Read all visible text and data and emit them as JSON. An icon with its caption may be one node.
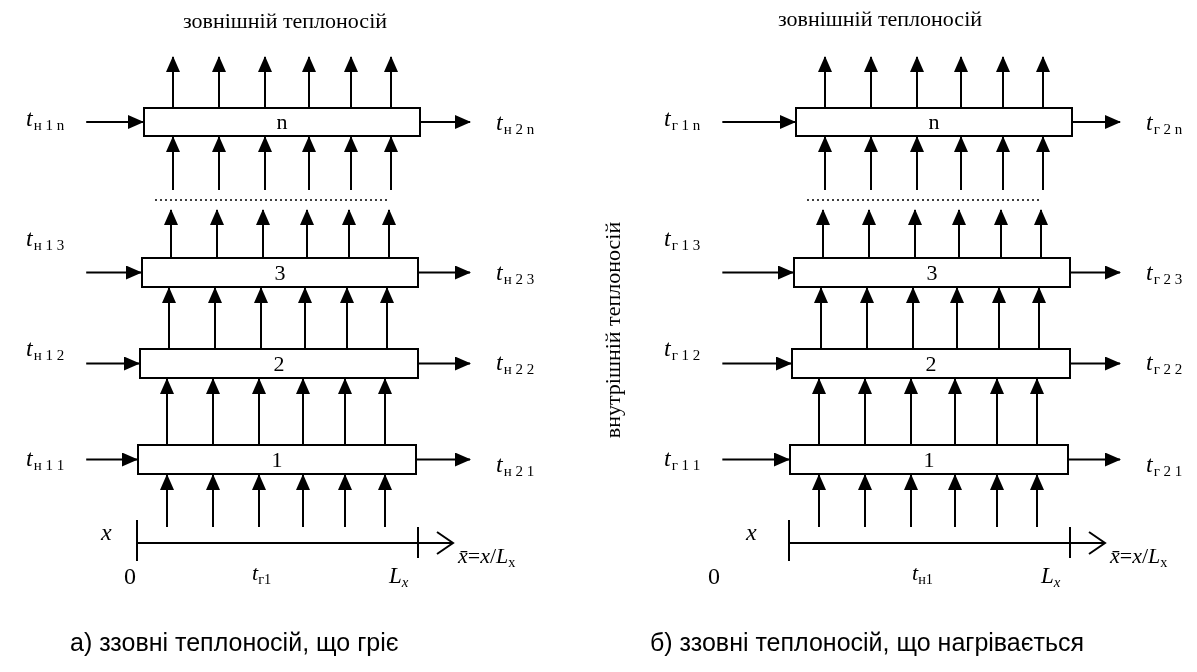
{
  "diagram": {
    "nodes": [
      {
        "text": [
          "*t*$_{н 1 n}$"
        ]
      },
      {
        "text": [
          "n"
        ]
      },
      {
        "text": [
          "*t*$_{н 2 n}$"
        ]
      },
      {
        "text": [
          "*t*$_{н 1 3}$"
        ]
      },
      {
        "text": [
          "3"
        ]
      },
      {
        "text": [
          "*t*$_{н 2 3}$"
        ]
      },
      {
        "text": [
          "*t*$_{н 1 2}$"
        ]
      },
      {
        "text": [
          "2"
        ]
      },
      {
        "text": [
          "*t*$_{н 2 2}$"
        ]
      },
      {
        "text": [
          "*t*$_{н 1 1}$"
        ]
      },
      {
        "text": [
          "1"
        ]
      },
      {
        "text": [
          "*t*$_{н 2 1}$"
        ]
      },
      {
        "text": [
          "*t*$_{г 1 n}$"
        ]
      },
      {
        "text": [
          "n"
        ]
      },
      {
        "text": [
          "*t*$_{г 2 n}$"
        ]
      },
      {
        "text": [
          "*t*$_{г 1 3}$"
        ]
      },
      {
        "text": [
          "3"
        ]
      },
      {
        "text": [
          "*t*$_{г 2 3}$"
        ]
      },
      {
        "text": [
          "*t*$_{г 1 2}$"
        ]
      },
      {
        "text": [
          "2"
        ]
      },
      {
        "text": [
          "*t*$_{г 2 2}$"
        ]
      },
      {
        "text": [
          "*t*$_{г 1 1}$"
        ]
      },
      {
        "text": [
          "1"
        ]
      },
      {
        "text": [
          "*t*$_{г 2 1}$"
        ]
      }
    ],
    "edges": [
      {
        "from": 0,
        "to": 1,
        "arrow": "to"
      },
      {
        "from": 1,
        "to": 2,
        "arrow": "to"
      },
      {
        "from": 3,
        "to": 4,
        "arrow": "to"
      },
      {
        "from": 4,
        "to": 5,
        "arrow": "to"
      },
      {
        "from": 6,
        "to": 7,
        "arrow": "to"
      },
      {
        "from": 7,
        "to": 8,
        "arrow": "to"
      },
      {
        "from": 9,
        "to": 10,
        "arrow": "to"
      },
      {
        "from": 10,
        "to": 11,
        "arrow": "to"
      },
      {
        "from": 1,
        "to": null,
        "arrow": "to"
      },
      {
        "from": 1,
        "to": null,
        "arrow": "to"
      },
      {
        "from": 1,
        "to": null,
        "arrow": "to"
      },
      {
        "from": 1,
        "to": null,
        "arrow": "to"
      },
      {
        "from": 1,
        "to": null,
        "arrow": "to"
      },
      {
        "from": 1,
        "to": null,
        "arrow": "to"
      },
      {
        "from": null,
        "to": 1,
        "arrow": "to"
      },
      {
        "from": null,
        "to": 1,
        "arrow": "to"
      },
      {
        "from": null,
        "to": 1,
        "arrow": "to"
      },
      {
        "from": null,
        "to": 1,
        "arrow": "to"
      },
      {
        "from": null,
        "to": 1,
        "arrow": "to"
      },
      {
        "from": null,
        "to": 1,
        "arrow": "to"
      },
      {
        "from": 4,
        "to": null,
        "arrow": "to"
      },
      {
        "from": 4,
        "to": null,
        "arrow": "to"
      },
      {
        "from": 4,
        "to": null,
        "arrow": "to"
      },
      {
        "from": 4,
        "to": null,
        "arrow": "to"
      },
      {
        "from": 4,
        "to": null,
        "arrow": "to"
      },
      {
        "from": 4,
        "to": null,
        "arrow": "to"
      },
      {
        "from": 7,
        "to": 4,
        "arrow": "to"
      },
      {
        "from": 7,
        "to": 4,
        "arrow": "to"
      },
      {
        "from": 7,
        "to": 4,
        "arrow": "to"
      },
      {
        "from": 7,
        "to": 4,
        "arrow": "to"
      },
      {
        "from": 7,
        "to": 4,
        "arrow": "to"
      },
      {
        "from": 7,
        "to": 4,
        "arrow": "to"
      },
      {
        "from": 10,
        "to": 7,
        "arrow": "to"
      },
      {
        "from": 10,
        "to": 7,
        "arrow": "to"
      },
      {
        "from": 10,
        "to": 7,
        "arrow": "to"
      },
      {
        "from": 10,
        "to": 7,
        "arrow": "to"
      },
      {
        "from": 10,
        "to": 7,
        "arrow": "to"
      },
      {
        "from": 10,
        "to": 7,
        "arrow": "to"
      },
      {
        "from": null,
        "to": 10,
        "arrow": "to"
      },
      {
        "from": null,
        "to": 10,
        "arrow": "to"
      },
      {
        "from": null,
        "to": 10,
        "arrow": "to"
      },
      {
        "from": null,
        "to": 10,
        "arrow": "to"
      },
      {
        "from": null,
        "to": 10,
        "arrow": "to"
      },
      {
        "from": null,
        "to": 10,
        "arrow": "to"
      },
      {
        "from": 12,
        "to": 13,
        "arrow": "to"
      },
      {
        "from": 13,
        "to": 14,
        "arrow": "to"
      },
      {
        "from": 15,
        "to": 16,
        "arrow": "to"
      },
      {
        "from": 16,
        "to": 17,
        "arrow": "to"
      },
      {
        "from": 18,
        "to": 19,
        "arrow": "to"
      },
      {
        "from": 19,
        "to": 20,
        "arrow": "to"
      },
      {
        "from": 21,
        "to": 22,
        "arrow": "to"
      },
      {
        "from": 22,
        "to": 23,
        "arrow": "to"
      },
      {
        "from": 13,
        "to": null,
        "arrow": "to"
      },
      {
        "from": 13,
        "to": null,
        "arrow": "to"
      },
      {
        "from": 13,
        "to": null,
        "arrow": "to"
      },
      {
        "from": 13,
        "to": null,
        "arrow": "to"
      },
      {
        "from": 13,
        "to": null,
        "arrow": "to"
      },
      {
        "from": 13,
        "to": null,
        "arrow": "to"
      },
      {
        "from": null,
        "to": 13,
        "arrow": "to"
      },
      {
        "from": null,
        "to": 13,
        "arrow": "to"
      },
      {
        "from": null,
        "to": 13,
        "arrow": "to"
      },
      {
        "from": null,
        "to": 13,
        "arrow": "to"
      },
      {
        "from": null,
        "to": 13,
        "arrow": "to"
      },
      {
        "from": null,
        "to": 13,
        "arrow": "to"
      },
      {
        "from": 16,
        "to": null,
        "arrow": "to"
      },
      {
        "from": 16,
        "to": null,
        "arrow": "to"
      },
      {
        "from": 16,
        "to": null,
        "arrow": "to"
      },
      {
        "from": 16,
        "to": null,
        "arrow": "to"
      },
      {
        "from": 16,
        "to": null,
        "arrow": "to"
      },
      {
        "from": 16,
        "to": null,
        "arrow": "to"
      },
      {
        "from": 19,
        "to": 16,
        "arrow": "to"
      },
      {
        "from": 19,
        "to": 16,
        "arrow": "to"
      },
      {
        "from": 19,
        "to": 16,
        "arrow": "to"
      },
      {
        "from": 19,
        "to": 16,
        "arrow": "to"
      },
      {
        "from": 19,
        "to": 16,
        "arrow": "to"
      },
      {
        "from": 19,
        "to": 16,
        "arrow": "to"
      },
      {
        "from": 22,
        "to": 19,
        "arrow": "to"
      },
      {
        "from": 22,
        "to": 19,
        "arrow": "to"
      },
      {
        "from": 22,
        "to": 19,
        "arrow": "to"
      },
      {
        "from": 22,
        "to": 19,
        "arrow": "to"
      },
      {
        "from": 22,
        "to": 19,
        "arrow": "to"
      },
      {
        "from": 22,
        "to": 19,
        "arrow": "to"
      },
      {
        "from": null,
        "to": 22,
        "arrow": "to"
      },
      {
        "from": null,
        "to": 22,
        "arrow": "to"
      },
      {
        "from": null,
        "to": 22,
        "arrow": "to"
      },
      {
        "from": null,
        "to": 22,
        "arrow": "to"
      },
      {
        "from": null,
        "to": 22,
        "arrow": "to"
      },
      {
        "from": null,
        "to": 22,
        "arrow": "to"
      }
    ],
    "labels": [
      "зовнішній теплоносій",
      "зовнішній теплоносій",
      "внутрішній теплоносій",
      "x",
      "0",
      "*t*$_{г1}$",
      "*L*$_{x}$",
      "*x̄*=*x*/*L*$_{x}$",
      "x",
      "0",
      "*t*$_{н1}$",
      "*L*$_{x}$",
      "*x̄*=*x*/*L*$_{x}$",
      "а) ззовні теплоносій, що гріє",
      "б) ззовні теплоносій, що нагрівається"
    ]
  }
}
